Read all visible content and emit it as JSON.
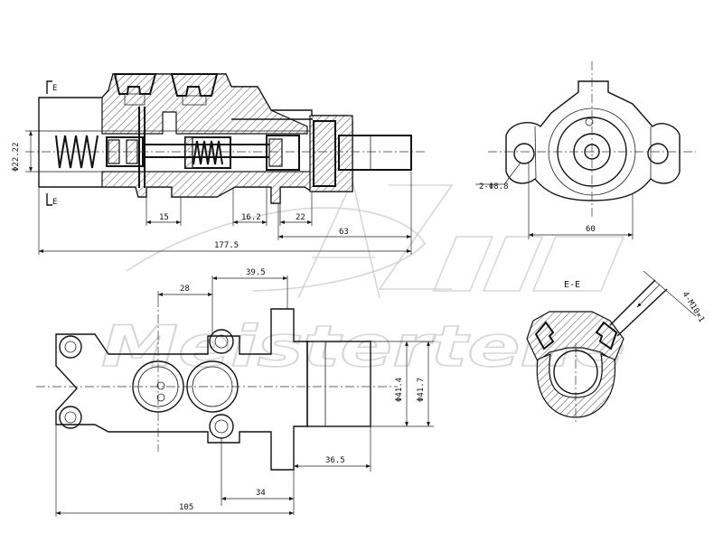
{
  "watermark": {
    "brand": "Meisterteile",
    "logo_letters": "A.Z"
  },
  "section_view": {
    "section_marker": "E",
    "dimensions": {
      "bore_diameter": "Φ22.22",
      "d15": "15",
      "d16_2": "16.2",
      "d22": "22",
      "d63": "63",
      "overall_length": "177.5"
    }
  },
  "end_view": {
    "hole_callout": "2-Φ8.8",
    "flange_width": "60"
  },
  "plan_view": {
    "dimensions": {
      "d39_5": "39.5",
      "d28": "28",
      "d41_4": "Φ41.4",
      "d41_7": "Φ41.7",
      "d36_5": "36.5",
      "d34": "34",
      "d105": "105"
    }
  },
  "section_ee": {
    "title": "E-E",
    "thread_callout": "4-M10×1"
  }
}
